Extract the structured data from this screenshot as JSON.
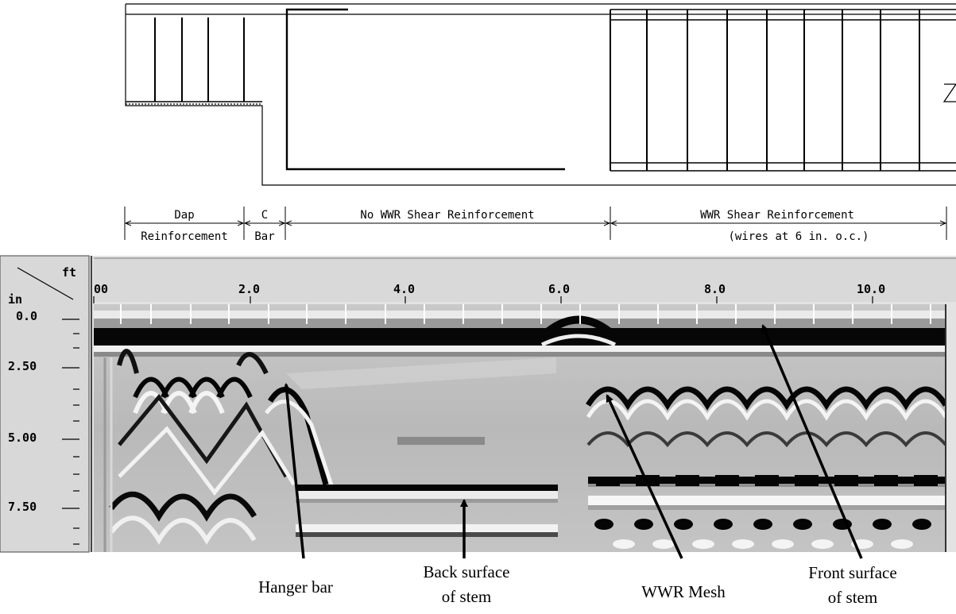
{
  "segments": [
    {
      "line1": "Dap",
      "line2": "Reinforcement"
    },
    {
      "line1": "C",
      "line2": "Bar"
    },
    {
      "line1": "No WWR Shear Reinforcement",
      "line2": ""
    },
    {
      "line1": "WWR Shear Reinforcement",
      "line2": "(wires at 6 in. o.c.)"
    }
  ],
  "scan": {
    "unit_x": "ft",
    "unit_y": "in",
    "ft_ticks": [
      "00",
      "2.0",
      "4.0",
      "6.0",
      "8.0",
      "10.0"
    ],
    "in_ticks": [
      "0.0",
      "2.50",
      "5.00",
      "7.50"
    ]
  },
  "annotations": [
    {
      "line1": "Hanger bar",
      "line2": ""
    },
    {
      "line1": "Back surface",
      "line2": "of stem"
    },
    {
      "line1": "WWR Mesh",
      "line2": ""
    },
    {
      "line1": "Front surface",
      "line2": "of stem"
    }
  ]
}
